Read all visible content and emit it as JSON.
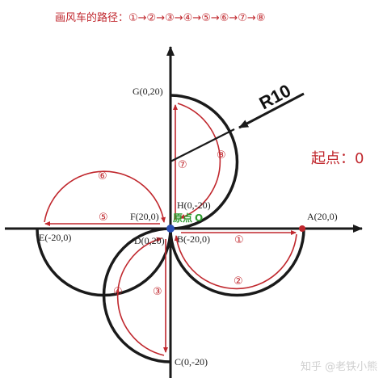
{
  "title": "画风车的路径：①→②→③→④→⑤→⑥→⑦→⑧",
  "radius_label": "R10",
  "start_point_label": "起点：0",
  "origin_label": "原点",
  "origin_mark": "O",
  "watermark": "知乎 @老铁小熊",
  "points": {
    "A": "A(20,0)",
    "B": "B(-20,0)",
    "C": "C(0,-20)",
    "D": "D(0,20)",
    "E": "E(-20,0)",
    "F": "F(20,0)",
    "G": "G(0,20)",
    "H": "H(0,-20)"
  },
  "steps": [
    "①",
    "②",
    "③",
    "④",
    "⑤",
    "⑥",
    "⑦",
    "⑧"
  ],
  "colors": {
    "path_arrow": "#c0272d",
    "axis": "#1a1a1a",
    "origin_dot": "#2a4fb5",
    "origin_text": "#2e9a2e",
    "start_dot": "#c0272d"
  }
}
